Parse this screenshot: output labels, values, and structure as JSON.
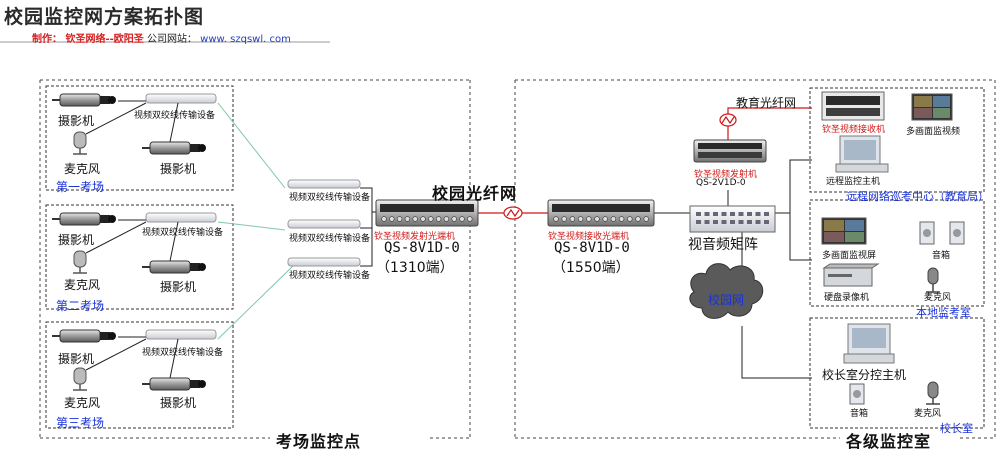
{
  "header": {
    "title": "校园监控网方案拓扑图",
    "maker": "制作：  钦圣网络--欧阳圣",
    "site_label": "公司网站：",
    "site_url": "www. szqswl. com"
  },
  "exam_rooms": [
    {
      "name": "第一考场",
      "camera_a": "摄影机",
      "camera_b": "摄影机",
      "mic": "麦克风",
      "transmitter": "视频双绞线传输设备"
    },
    {
      "name": "第二考场",
      "camera_a": "摄影机",
      "camera_b": "摄影机",
      "mic": "麦克风",
      "transmitter": "视频双绞线传输设备"
    },
    {
      "name": "第三考场",
      "camera_a": "摄影机",
      "camera_b": "摄影机",
      "mic": "麦克风",
      "transmitter": "视频双绞线传输设备"
    }
  ],
  "receivers": [
    "视频双绞线传输设备",
    "视频双绞线传输设备",
    "视频双绞线传输设备"
  ],
  "campus_fiber": {
    "label": "校园光纤网",
    "tx_name": "钦圣视频发射光端机",
    "tx_model": "QS-8V1D-0",
    "tx_port": "（1310端）",
    "rx_name": "钦圣视频接收光端机",
    "rx_model": "QS-8V1D-0",
    "rx_port": "（1550端）"
  },
  "matrix": {
    "label": "视音频矩阵"
  },
  "upper_tx": {
    "name": "钦圣视频发射机",
    "model": "QS-2V1D-0"
  },
  "edu_fiber": {
    "label": "教育光纤网"
  },
  "campus_net": {
    "label": "校园网"
  },
  "remote_center": {
    "receiver": "钦圣视频接收机",
    "multi_view": "多画面监视频",
    "host": "远程监控主机",
    "title": "远程网络巡考中心（教育局）"
  },
  "local_room": {
    "multi_screen": "多画面监视屏",
    "speaker": "音箱",
    "dvr": "硬盘录像机",
    "mic": "麦克风",
    "title": "本地监考室"
  },
  "principal": {
    "host": "校长室分控主机",
    "speaker": "音箱",
    "mic": "麦克风",
    "title": "校长室"
  },
  "footer": {
    "left": "考场监控点",
    "right": "各级监控室"
  },
  "colors": {
    "room_label": "#1a32d8",
    "brand_red": "#d01818",
    "twisted_pair_line": "#7fc8a8"
  }
}
